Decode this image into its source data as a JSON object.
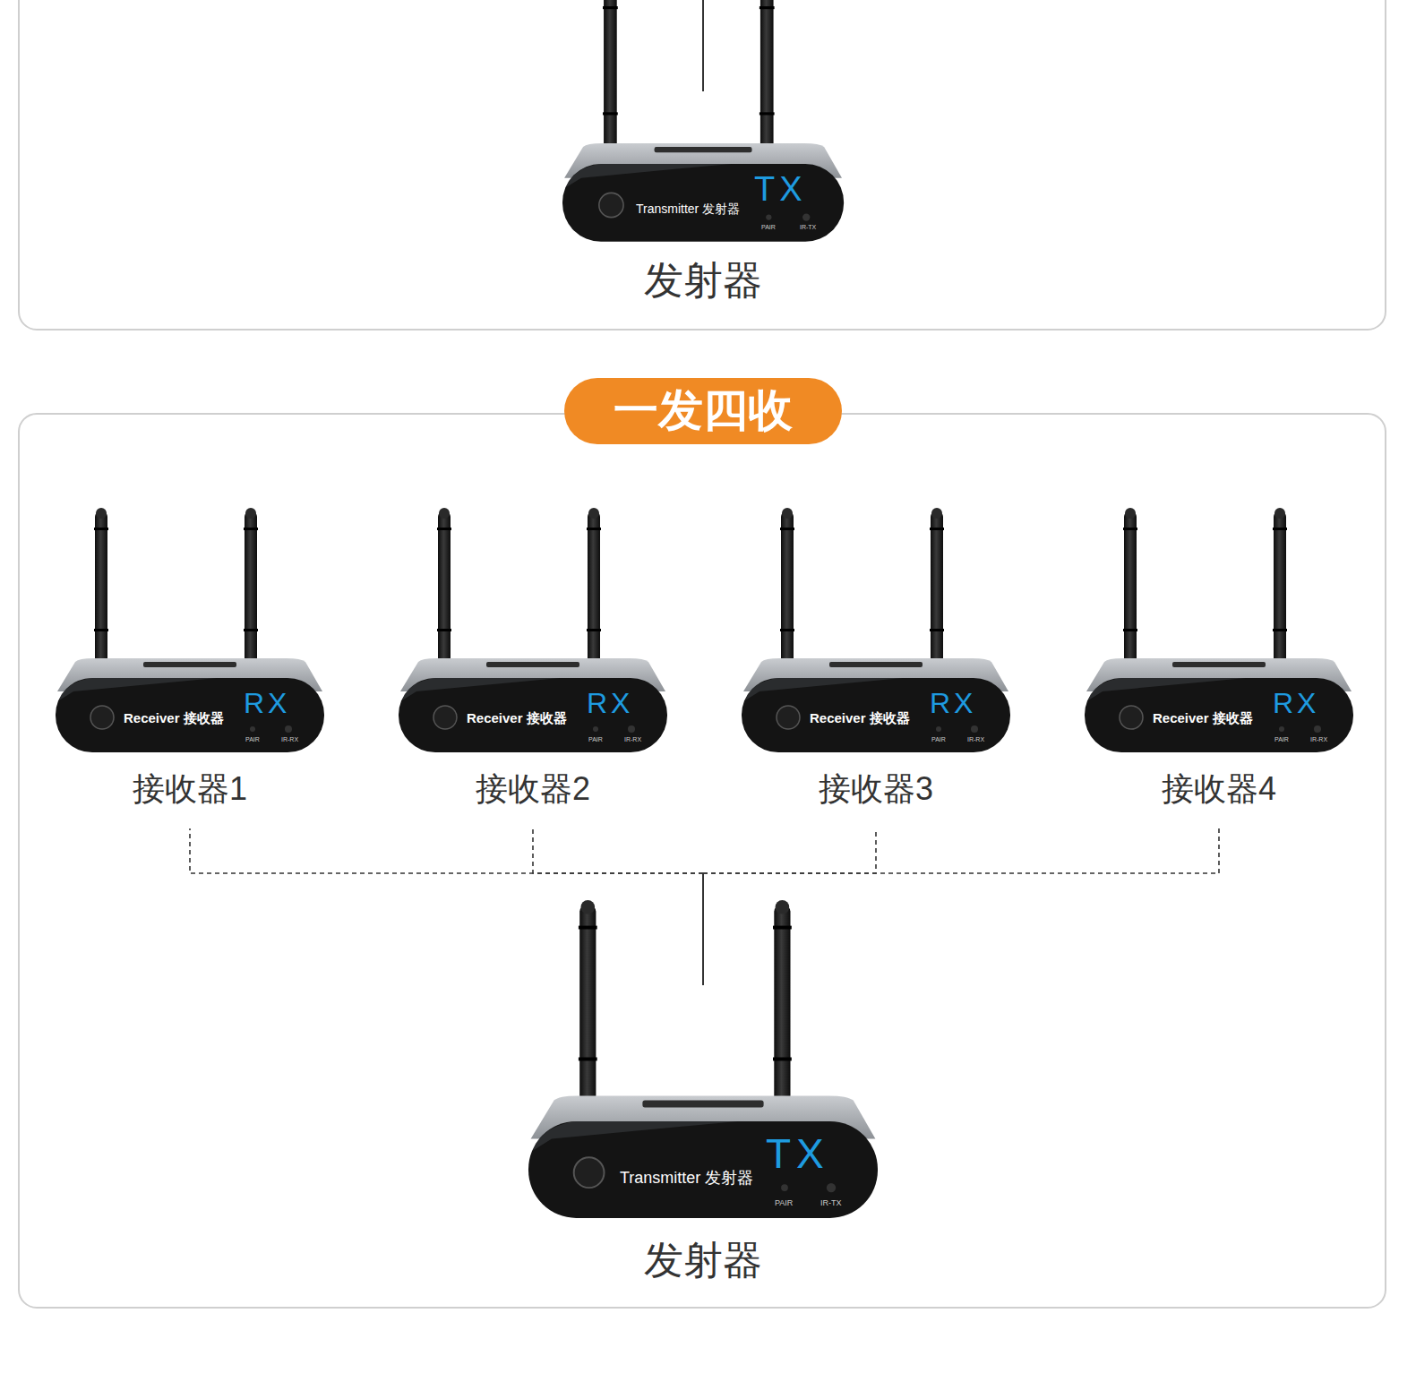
{
  "diagram": {
    "nodes": [
      {
        "text": [
          "Transmitter 发射器",
          "TX",
          "PAIR",
          "IR-TX",
          "发射器"
        ]
      },
      {
        "text": [
          "一发四收"
        ]
      },
      {
        "text": [
          "Receiver 接收器",
          "RX",
          "PAIR",
          "IR-RX",
          "接收器1"
        ]
      },
      {
        "text": [
          "Receiver 接收器",
          "RX",
          "PAIR",
          "IR-RX",
          "接收器2"
        ]
      },
      {
        "text": [
          "Receiver 接收器",
          "RX",
          "PAIR",
          "IR-RX",
          "接收器3"
        ]
      },
      {
        "text": [
          "Receiver 接收器",
          "RX",
          "PAIR",
          "IR-RX",
          "接收器4"
        ]
      },
      {
        "text": [
          "Transmitter 发射器",
          "TX",
          "PAIR",
          "IR-TX",
          "发射器"
        ]
      }
    ],
    "edges": [
      {
        "from": 6,
        "to": 2,
        "arrow": "none"
      },
      {
        "from": 6,
        "to": 3,
        "arrow": "none"
      },
      {
        "from": 6,
        "to": 4,
        "arrow": "none"
      },
      {
        "from": 6,
        "to": 5,
        "arrow": "none"
      }
    ]
  }
}
